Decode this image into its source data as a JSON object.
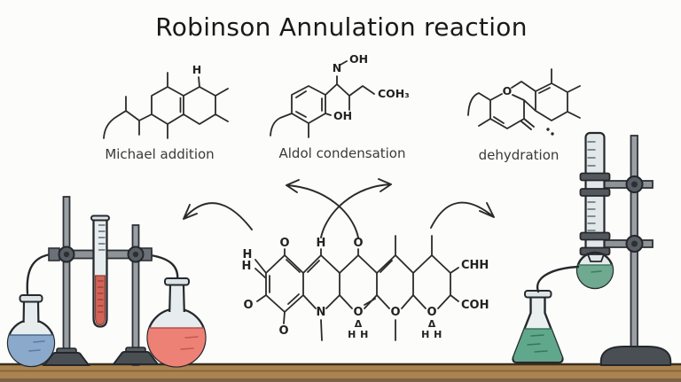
{
  "title": "Robinson Annulation reaction",
  "steps": {
    "michael": {
      "label": "Michael addition",
      "atoms": {
        "h": "H"
      }
    },
    "aldol": {
      "label": "Aldol condensation",
      "atoms": {
        "n": "N",
        "oh_top": "OH",
        "oh_ring": "OH",
        "side_chain": "COH₃"
      }
    },
    "dehydration": {
      "label": "dehydration",
      "atoms": {
        "o": "O"
      }
    }
  },
  "product": {
    "atoms": {
      "o_top": "O",
      "h_top": "H",
      "o_top2": "O",
      "h_side1": "H",
      "h_side2": "H",
      "o_left": "O",
      "o_bottom": "O",
      "n": "N",
      "o_ring3": "O",
      "delta1": "Δ",
      "hh1": "H H",
      "o_ring4": "O",
      "o_ring5": "O",
      "delta2": "Δ",
      "hh2": "H H",
      "chh": "CHH",
      "coh": "COH"
    }
  },
  "colors": {
    "ink": "#2b2b2b",
    "flask_blue": "#8aa9cb",
    "flask_red": "#ee8176",
    "tube_red": "#d26457",
    "bulb_green": "#6fa98f",
    "erlenmeyer_green": "#5fa88c",
    "glass": "#e7edef",
    "metal": "#9aa0a4",
    "metal_dark": "#4a4f54",
    "table": "#ab8350"
  }
}
